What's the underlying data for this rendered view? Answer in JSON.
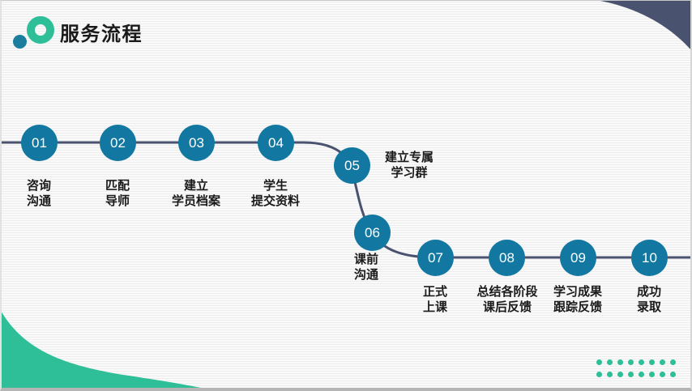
{
  "slide": {
    "title": "服务流程"
  },
  "steps": [
    {
      "num": "01",
      "line1": "咨询",
      "line2": "沟通"
    },
    {
      "num": "02",
      "line1": "匹配",
      "line2": "导师"
    },
    {
      "num": "03",
      "line1": "建立",
      "line2": "学员档案"
    },
    {
      "num": "04",
      "line1": "学生",
      "line2": "提交资料"
    },
    {
      "num": "05",
      "line1": "建立专属",
      "line2": "学习群"
    },
    {
      "num": "06",
      "line1": "课前",
      "line2": "沟通"
    },
    {
      "num": "07",
      "line1": "正式",
      "line2": "上课"
    },
    {
      "num": "08",
      "line1": "总结各阶段",
      "line2": "课后反馈"
    },
    {
      "num": "09",
      "line1": "学习成果",
      "line2": "跟踪反馈"
    },
    {
      "num": "10",
      "line1": "成功",
      "line2": "录取"
    }
  ],
  "colors": {
    "teal_green": "#2ebf98",
    "circle_blue": "#1378a1",
    "logo_dot_blue": "#1b7e9e",
    "navy": "#49526e",
    "text": "#1a1a1a"
  },
  "decor": {
    "dot_rows": 2,
    "dots_per_row": 8
  }
}
